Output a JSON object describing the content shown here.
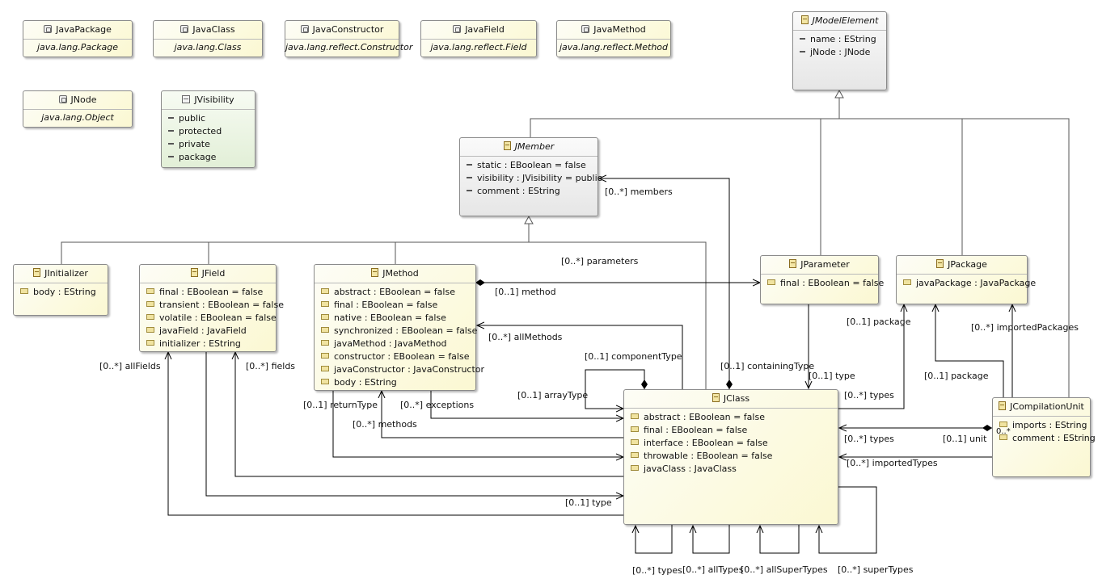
{
  "datatypes": {
    "java_package": {
      "name": "JavaPackage",
      "instance": "java.lang.Package"
    },
    "java_class": {
      "name": "JavaClass",
      "instance": "java.lang.Class"
    },
    "java_constructor": {
      "name": "JavaConstructor",
      "instance": "java.lang.reflect.Constructor"
    },
    "java_field": {
      "name": "JavaField",
      "instance": "java.lang.reflect.Field"
    },
    "java_method": {
      "name": "JavaMethod",
      "instance": "java.lang.reflect.Method"
    },
    "jnode": {
      "name": "JNode",
      "instance": "java.lang.Object"
    }
  },
  "enums": {
    "jvisibility": {
      "name": "JVisibility",
      "literals": [
        "public",
        "protected",
        "private",
        "package"
      ]
    }
  },
  "classes": {
    "jmodelelement": {
      "name": "JModelElement",
      "attributes": [
        "name : EString",
        "jNode : JNode"
      ]
    },
    "jmember": {
      "name": "JMember",
      "attributes": [
        "static : EBoolean = false",
        "visibility : JVisibility = public",
        "comment : EString"
      ]
    },
    "jinitializer": {
      "name": "JInitializer",
      "attributes": [
        "body : EString"
      ]
    },
    "jfield": {
      "name": "JField",
      "attributes": [
        "final : EBoolean = false",
        "transient : EBoolean = false",
        "volatile : EBoolean = false",
        "javaField : JavaField",
        "initializer : EString"
      ]
    },
    "jmethod": {
      "name": "JMethod",
      "attributes": [
        "abstract : EBoolean = false",
        "final : EBoolean = false",
        "native : EBoolean = false",
        "synchronized : EBoolean = false",
        "javaMethod : JavaMethod",
        "constructor : EBoolean = false",
        "javaConstructor : JavaConstructor",
        "body : EString"
      ]
    },
    "jparameter": {
      "name": "JParameter",
      "attributes": [
        "final : EBoolean = false"
      ]
    },
    "jpackage": {
      "name": "JPackage",
      "attributes": [
        "javaPackage : JavaPackage"
      ]
    },
    "jclass": {
      "name": "JClass",
      "attributes": [
        "abstract : EBoolean = false",
        "final : EBoolean = false",
        "interface : EBoolean = false",
        "throwable : EBoolean = false",
        "javaClass : JavaClass"
      ]
    },
    "jcompilationunit": {
      "name": "JCompilationUnit",
      "attributes": [
        "imports : EString",
        "comment : EString"
      ]
    }
  },
  "labels": {
    "members": "[0..*] members",
    "parameters": "[0..*] parameters",
    "method": "[0..1] method",
    "all_methods": "[0..*] allMethods",
    "component_type": "[0..1] componentType",
    "array_type": "[0..1] arrayType",
    "containing_type": "[0..1] containingType",
    "param_type": "[0..1] type",
    "types_pkg": "[0..*] types",
    "package_pkg": "[0..1] package",
    "imported_packages": "[0..*] importedPackages",
    "package_cu": "[0..1] package",
    "all_fields": "[0..*] allFields",
    "fields": "[0..*] fields",
    "return_type": "[0..1] returnType",
    "exceptions": "[0..*] exceptions",
    "methods": "[0..*] methods",
    "types_cu": "[0..*] types",
    "unit": "[0..1] unit",
    "imported_types": "[0..*] importedTypes",
    "field_type": "[0..1] type",
    "types_self": "[0..*] types",
    "all_types": "[0..*] allTypes",
    "all_super_types": "[0..*] allSuperTypes",
    "super_types": "[0..*] superTypes",
    "cu_imports_mult": "0..*"
  }
}
